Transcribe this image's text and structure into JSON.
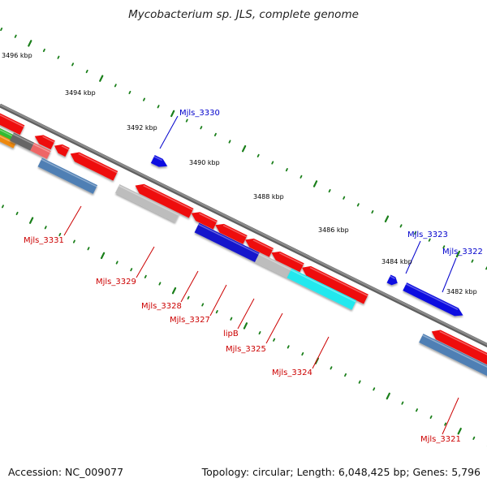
{
  "title": "Mycobacterium sp. JLS, complete genome",
  "footer": {
    "accession": "Accession: NC_009077",
    "summary": "Topology: circular; Length: 6,048,425 bp; Genes: 5,796"
  },
  "colors": {
    "backbone": "#8a8a8a",
    "tick": "#1a7f1a",
    "forward_label": "#0000cc",
    "reverse_label": "#cc0000"
  },
  "scale_labels": [
    {
      "kbp": 3496,
      "text": "3496 kbp"
    },
    {
      "kbp": 3494,
      "text": "3494 kbp"
    },
    {
      "kbp": 3492,
      "text": "3492 kbp"
    },
    {
      "kbp": 3490,
      "text": "3490 kbp"
    },
    {
      "kbp": 3488,
      "text": "3488 kbp"
    },
    {
      "kbp": 3486,
      "text": "3486 kbp"
    },
    {
      "kbp": 3484,
      "text": "3484 kbp"
    },
    {
      "kbp": 3482,
      "text": "3482 kbp"
    }
  ],
  "gene_labels": [
    {
      "text": "Mjls_3330",
      "strand": "forward"
    },
    {
      "text": "Mjls_3323",
      "strand": "forward"
    },
    {
      "text": "Mjls_3322",
      "strand": "forward"
    },
    {
      "text": "Mjls_3331",
      "strand": "reverse"
    },
    {
      "text": "Mjls_3329",
      "strand": "reverse"
    },
    {
      "text": "Mjls_3328",
      "strand": "reverse"
    },
    {
      "text": "Mjls_3327",
      "strand": "reverse"
    },
    {
      "text": "lipB",
      "strand": "reverse"
    },
    {
      "text": "Mjls_3325",
      "strand": "reverse"
    },
    {
      "text": "Mjls_3324",
      "strand": "reverse"
    },
    {
      "text": "Mjls_3321",
      "strand": "reverse"
    }
  ]
}
